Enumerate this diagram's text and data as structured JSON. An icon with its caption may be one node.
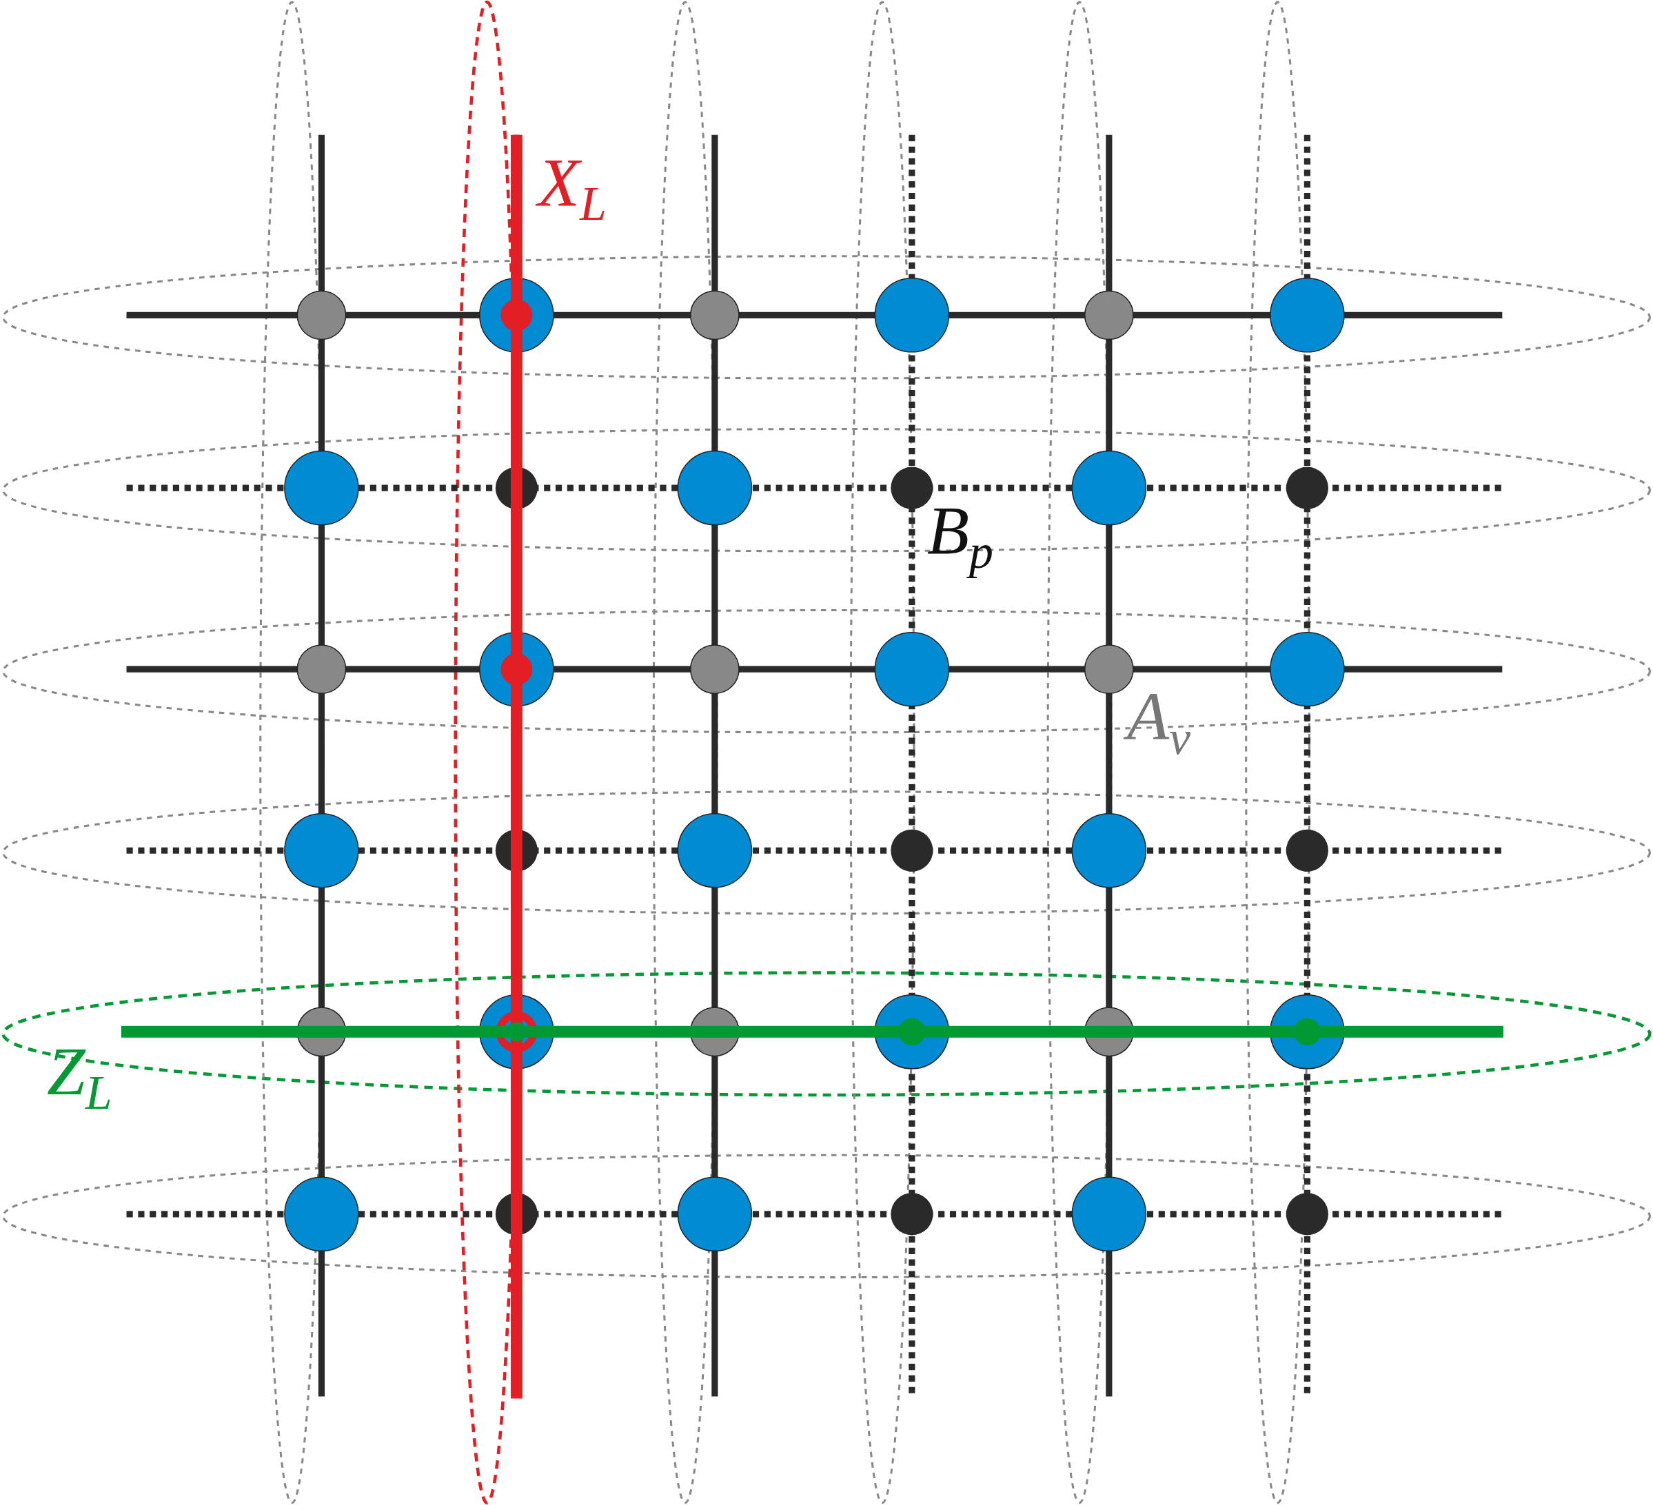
{
  "diagram": {
    "labels": [
      "X$_{L}$",
      "B$_{p}$",
      "A$_{v}$",
      "Z$_{L}$"
    ]
  }
}
